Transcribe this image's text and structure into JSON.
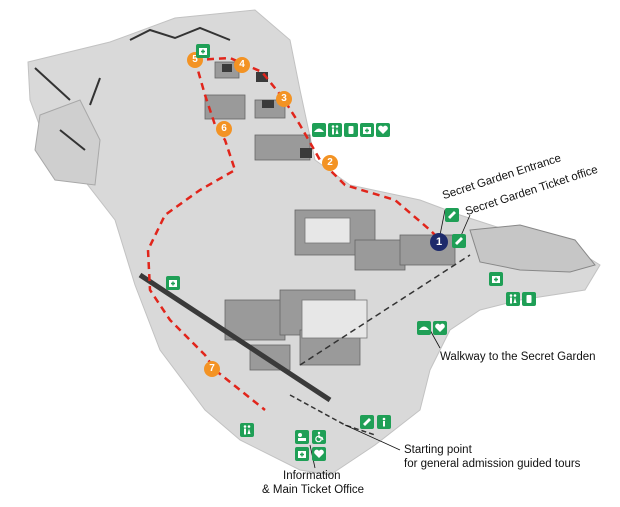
{
  "labels": {
    "secret_garden_entrance": "Secret Garden Entrance",
    "secret_garden_ticket_office": "Secret Garden Ticket office",
    "walkway": "Walkway to the Secret Garden",
    "starting_point_line1": "Starting point",
    "starting_point_line2": "for general admission guided tours",
    "info_line1": "Information",
    "info_line2": "& Main Ticket Office"
  },
  "stops": [
    {
      "id": "5",
      "label": "5"
    },
    {
      "id": "4",
      "label": "4"
    },
    {
      "id": "3",
      "label": "3"
    },
    {
      "id": "6",
      "label": "6"
    },
    {
      "id": "2",
      "label": "2"
    },
    {
      "id": "1",
      "label": "1"
    },
    {
      "id": "7",
      "label": "7"
    }
  ],
  "colors": {
    "route": "#e1251b",
    "stop_orange": "#f39324",
    "stop_navy": "#1d2a6b",
    "facility_green": "#1f9f56",
    "ground": "#d9d9d9",
    "building": "#9a9a9a"
  },
  "icons": [
    "first-aid-icon",
    "restroom-icon",
    "information-icon",
    "ticket-icon",
    "wheelchair-icon",
    "nursing-room-icon",
    "lounge-icon",
    "defibrillator-icon",
    "locker-icon"
  ]
}
